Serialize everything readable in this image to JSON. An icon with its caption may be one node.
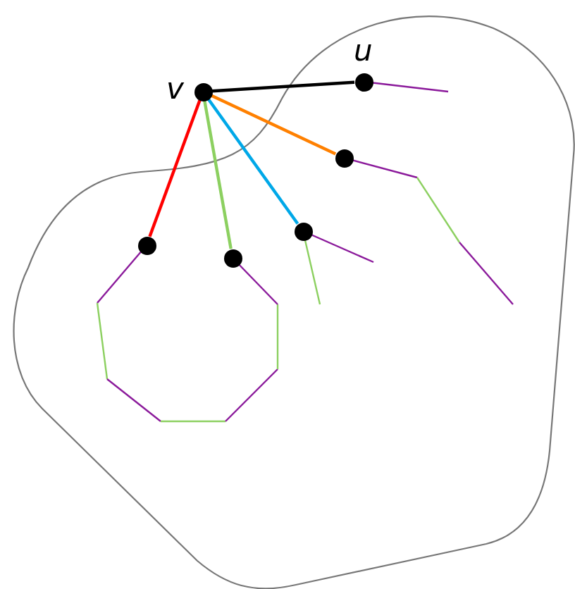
{
  "diagram": {
    "nodes": [
      {
        "text": [],
        "shape": "circle",
        "beside": [
          "v"
        ]
      },
      {
        "text": [],
        "shape": "circle",
        "beside": [
          "u"
        ]
      },
      {
        "text": [],
        "shape": "circle"
      },
      {
        "text": [],
        "shape": "circle"
      },
      {
        "text": [],
        "shape": "circle"
      },
      {
        "text": [],
        "shape": "circle"
      }
    ],
    "edges": [
      {
        "from": 0,
        "to": 1,
        "arrow": "none",
        "color": "#000000"
      },
      {
        "from": 0,
        "to": 2,
        "arrow": "none",
        "color": "#ff8000"
      },
      {
        "from": 0,
        "to": 3,
        "arrow": "none",
        "color": "#00a8e8"
      },
      {
        "from": 0,
        "to": 4,
        "arrow": "none",
        "color": "#ff0000"
      },
      {
        "from": 0,
        "to": 5,
        "arrow": "none",
        "color": "#8cd060"
      }
    ]
  }
}
